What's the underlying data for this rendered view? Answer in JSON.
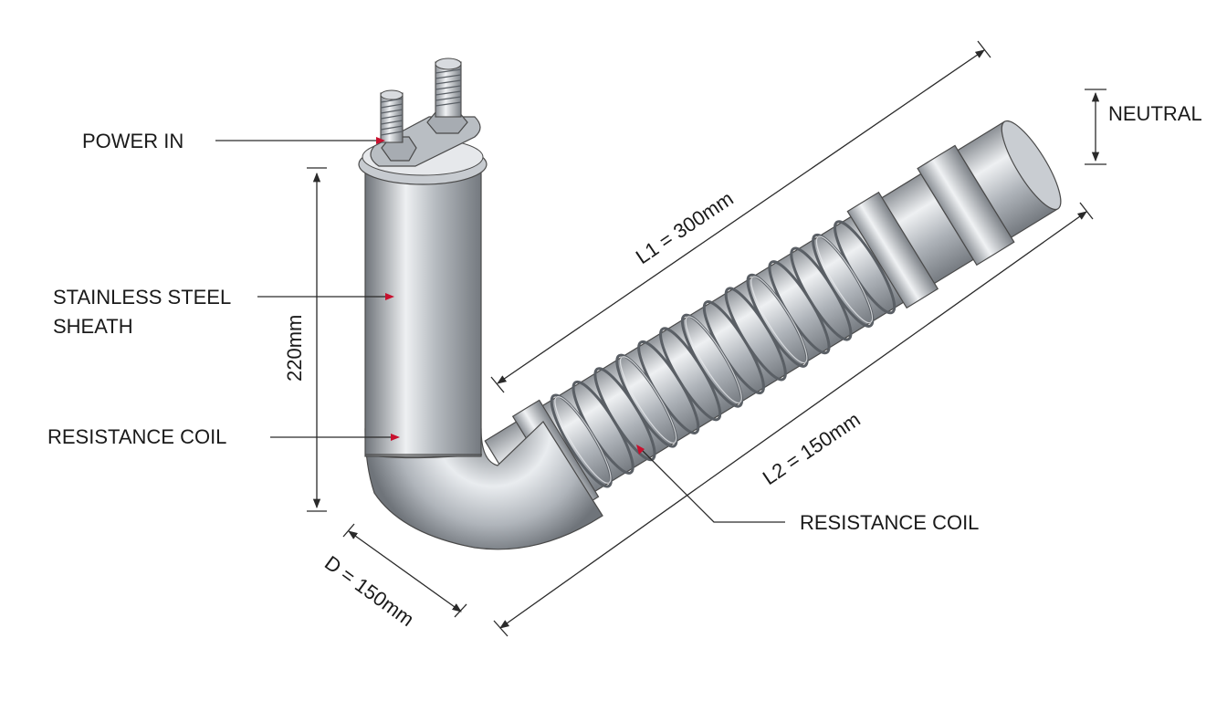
{
  "labels": {
    "power_in": "POWER IN",
    "sheath_line1": "STAINLESS STEEL",
    "sheath_line2": "SHEATH",
    "coil_left": "RESISTANCE COIL",
    "coil_right": "RESISTANCE COIL",
    "neutral": "NEUTRAL"
  },
  "dimensions": {
    "vertical_height": "220mm",
    "l1": "L1 = 300mm",
    "l2": "L2 = 150mm",
    "diameter": "D = 150mm"
  },
  "colors": {
    "metal_dark": "#6f747a",
    "metal_light": "#eef0f2",
    "metal_mid": "#a9aeb4",
    "marker_red": "#c8102e",
    "line": "#2a2a2a"
  }
}
